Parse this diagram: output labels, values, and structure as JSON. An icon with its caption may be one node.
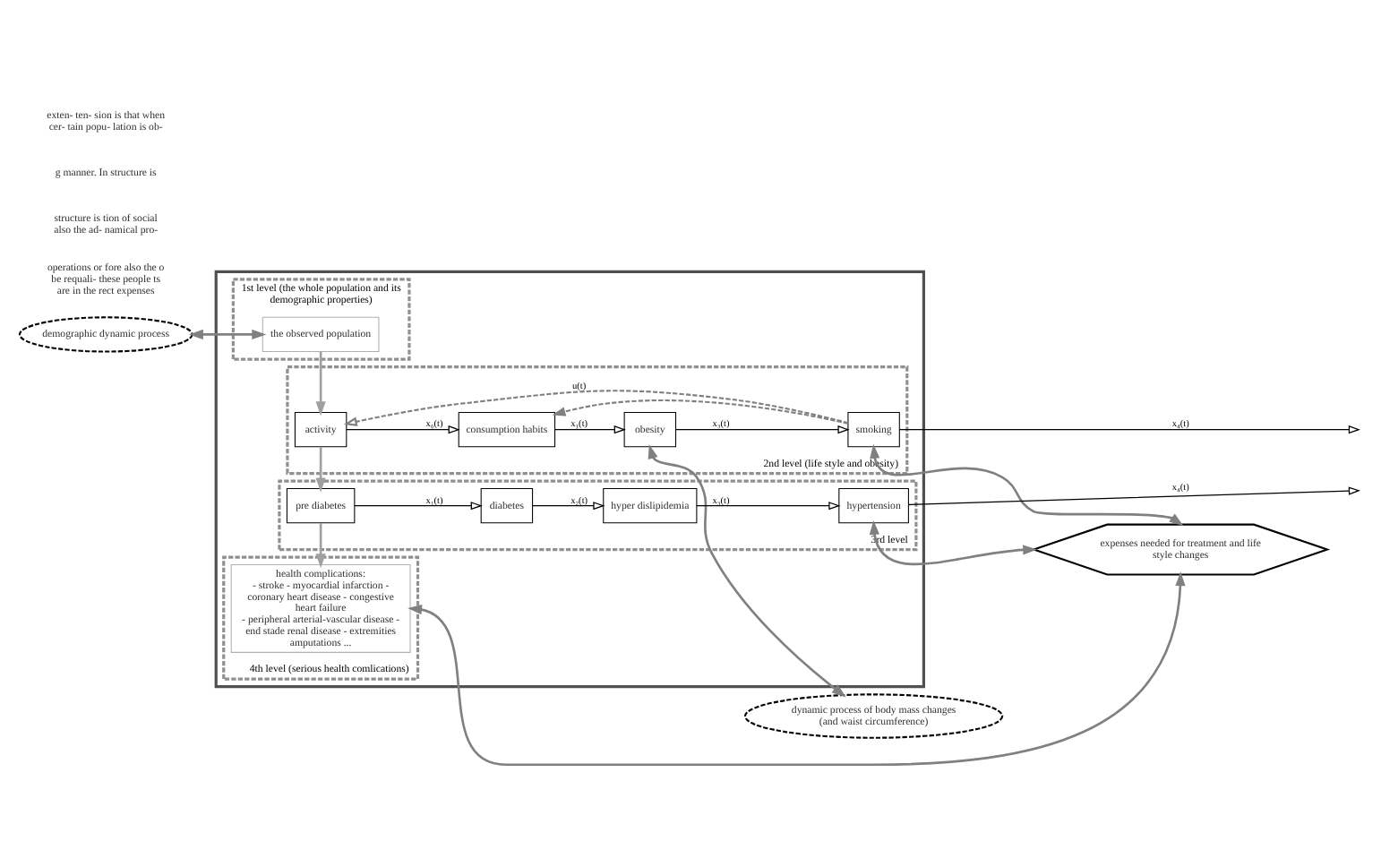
{
  "diagram": {
    "nodes": [
      {
        "text": [
          "demographic dynamic process"
        ]
      },
      {
        "text": [],
        "shape": "box"
      },
      {
        "text": [
          "1st level (the whole population and its demographic properties)"
        ],
        "in": 1
      },
      {
        "text": [
          "the observed population"
        ],
        "in": 2
      },
      {
        "text": [
          "2nd level (life style and obesity)"
        ],
        "in": 1
      },
      {
        "text": [
          "activity"
        ],
        "in": 4
      },
      {
        "text": [
          "consumption habits"
        ],
        "in": 4
      },
      {
        "text": [
          "obesity"
        ],
        "in": 4
      },
      {
        "text": [
          "smoking"
        ],
        "in": 4
      },
      {
        "text": [
          "3rd level"
        ],
        "in": 1
      },
      {
        "text": [
          "pre diabetes"
        ],
        "in": 9
      },
      {
        "text": [
          "diabetes"
        ],
        "in": 9
      },
      {
        "text": [
          "hyper dislipidemia"
        ],
        "in": 9
      },
      {
        "text": [
          "hypertension"
        ],
        "in": 9
      },
      {
        "text": [
          "4th level (serious health comlications)"
        ],
        "in": 1
      },
      {
        "text": [
          "health complications:",
          "- stroke - myocardial infarction - coronary heart disease - congestive heart failure",
          "- peripheral arterial-vascular disease - end stade renal disease - extremities amputations ..."
        ],
        "in": 14
      },
      {
        "text": [
          "dynamic process of body mass changes (and waist circumference)"
        ]
      },
      {
        "text": [
          "expenses needed for treatment and life style changes"
        ]
      }
    ],
    "edges": [
      {
        "from": 0,
        "to": 3,
        "arrow": "both",
        "color": "#808080"
      },
      {
        "from": 3,
        "to": 5,
        "arrow": "to",
        "color": "#a0a0a0"
      },
      {
        "from": 5,
        "to": 6,
        "label": "x₆(t)",
        "arrow": "to",
        "color": "#000000"
      },
      {
        "from": 6,
        "to": 7,
        "label": "x₁(t)",
        "arrow": "to",
        "color": "#000000"
      },
      {
        "from": 7,
        "to": 8,
        "label": "x₃(t)",
        "arrow": "to",
        "color": "#000000"
      },
      {
        "from": 8,
        "to": null,
        "label": "x₄(t)",
        "arrow": "to",
        "color": "#000000"
      },
      {
        "from": 8,
        "to": 5,
        "label": "u(t)",
        "arrow": "to",
        "style": "dashed",
        "color": "#808080"
      },
      {
        "from": 8,
        "to": 6,
        "arrow": "to",
        "style": "dashed",
        "color": "#808080"
      },
      {
        "from": 7,
        "to": 16,
        "arrow": "both",
        "color": "#808080"
      },
      {
        "from": 5,
        "to": 10,
        "arrow": "to",
        "color": "#a0a0a0"
      },
      {
        "from": 10,
        "to": 11,
        "label": "x₁(t)",
        "arrow": "to",
        "color": "#000000"
      },
      {
        "from": 11,
        "to": 12,
        "label": "x₂(t)",
        "arrow": "to",
        "color": "#000000"
      },
      {
        "from": 12,
        "to": 13,
        "label": "x₃(t)",
        "arrow": "to",
        "color": "#000000"
      },
      {
        "from": 13,
        "to": null,
        "label": "x₄(t)",
        "arrow": "to",
        "color": "#000000"
      },
      {
        "from": 10,
        "to": 15,
        "arrow": "to",
        "color": "#a0a0a0"
      },
      {
        "from": 8,
        "to": 17,
        "arrow": "both",
        "color": "#808080"
      },
      {
        "from": 13,
        "to": 17,
        "arrow": "both",
        "color": "#808080"
      },
      {
        "from": 15,
        "to": 17,
        "arrow": "both",
        "color": "#808080"
      }
    ],
    "labels": [
      "operations or fore also the o be requali- these people ts are in the rect expenses",
      "structure is tion of social also the ad- namical pro-",
      "g manner. In structure is",
      "exten- ten- sion is that when cer- tain popu- lation is ob-"
    ]
  }
}
